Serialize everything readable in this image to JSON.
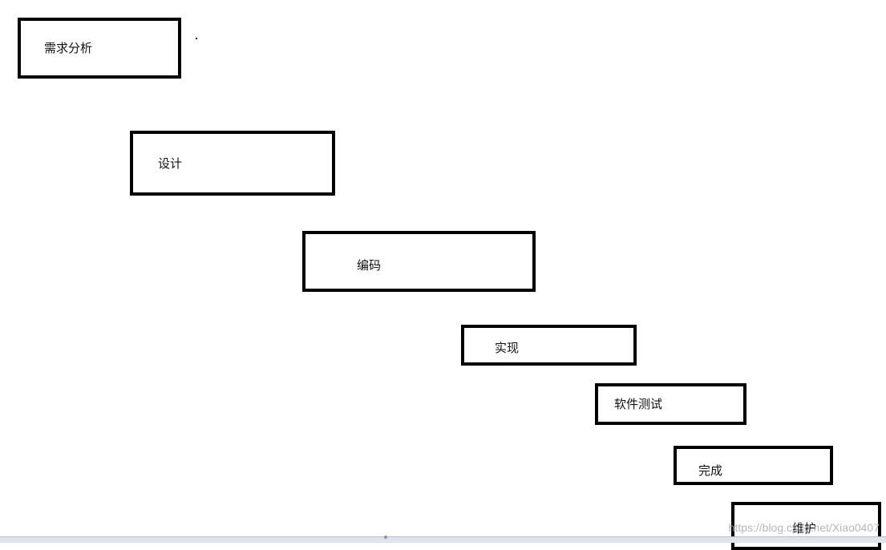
{
  "diagram": {
    "steps": [
      {
        "label": "需求分析"
      },
      {
        "label": "设计"
      },
      {
        "label": "编码"
      },
      {
        "label": "实现"
      },
      {
        "label": "软件测试"
      },
      {
        "label": "完成"
      },
      {
        "label": "维护"
      }
    ]
  },
  "watermark": {
    "text": "https://blog.csdn.net/Xiao0407"
  }
}
